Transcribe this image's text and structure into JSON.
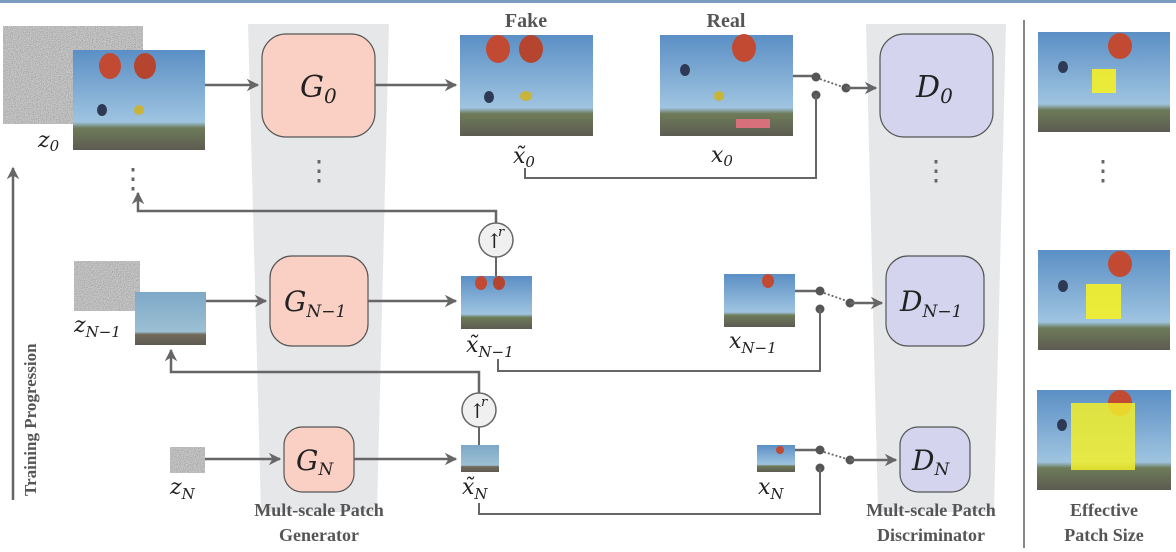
{
  "colors": {
    "generator_fill": "#fbd0c4",
    "discriminator_fill": "#d4d4ee",
    "pyramid_fill": "#e6e7e9",
    "line": "#666666",
    "patch_yellow": "#f2ef2a",
    "top_border": "#7d9bbf"
  },
  "headers": {
    "fake": "Fake",
    "real": "Real"
  },
  "generators": [
    {
      "name": "G",
      "sub": "0"
    },
    {
      "name": "G",
      "sub": "N−1"
    },
    {
      "name": "G",
      "sub": "N"
    }
  ],
  "discriminators": [
    {
      "name": "D",
      "sub": "0"
    },
    {
      "name": "D",
      "sub": "N−1"
    },
    {
      "name": "D",
      "sub": "N"
    }
  ],
  "noise_labels": [
    {
      "name": "z",
      "sub": "0"
    },
    {
      "name": "z",
      "sub": "N−1"
    },
    {
      "name": "z",
      "sub": "N"
    }
  ],
  "fake_labels": [
    {
      "name": "x̃",
      "sub": "0"
    },
    {
      "name": "x̃",
      "sub": "N−1"
    },
    {
      "name": "x̃",
      "sub": "N"
    }
  ],
  "real_labels": [
    {
      "name": "x",
      "sub": "0"
    },
    {
      "name": "x",
      "sub": "N−1"
    },
    {
      "name": "x",
      "sub": "N"
    }
  ],
  "upsample": {
    "arrow": "↑",
    "factor": "r"
  },
  "ellipsis": "⋮",
  "captions": {
    "generator": [
      "Mult-scale Patch",
      "Generator"
    ],
    "discriminator": [
      "Mult-scale Patch",
      "Discriminator"
    ],
    "patch": [
      "Effective",
      "Patch Size"
    ]
  },
  "axis_label": "Training Progression",
  "patch_sizes": [
    {
      "scale": "0",
      "relative_size": 0.18
    },
    {
      "scale": "N−1",
      "relative_size": 0.34
    },
    {
      "scale": "N",
      "relative_size": 0.62
    }
  ]
}
